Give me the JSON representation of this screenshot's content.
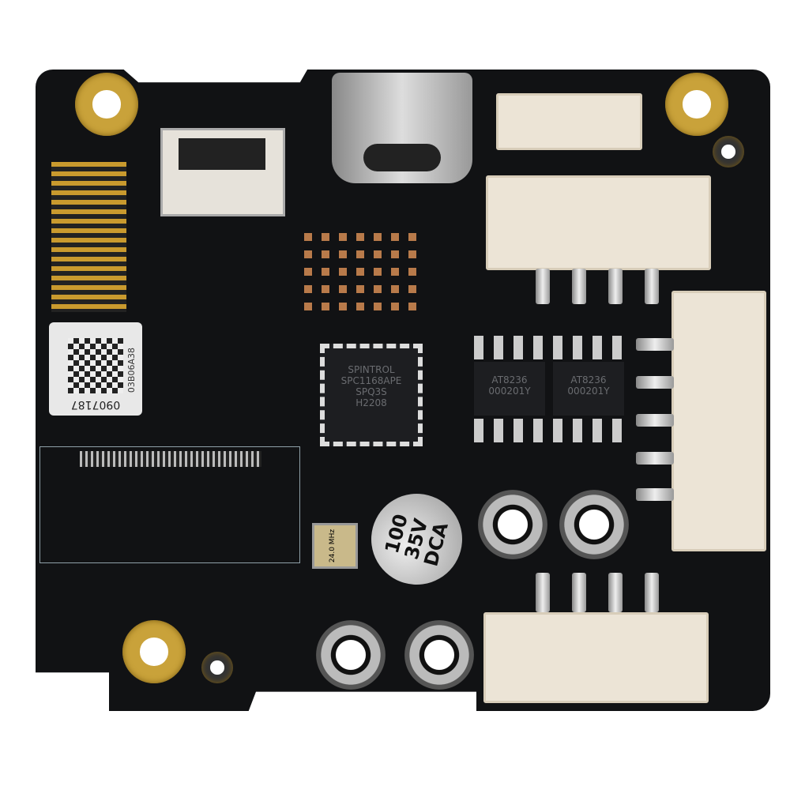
{
  "label": {
    "serial": "0907187",
    "code": "03B06A38"
  },
  "mcu": {
    "brand": "SPINTROL",
    "part": "SPC1168APE",
    "line2": "SPQ3S",
    "line3": "H2208"
  },
  "drivers": [
    {
      "part": "AT8236",
      "lot": "000201Y"
    },
    {
      "part": "AT8236",
      "lot": "000201Y"
    }
  ],
  "capacitor": {
    "value": "100",
    "voltage": "35V",
    "series": "DCA"
  },
  "crystal": {
    "text": "24.0 MHz"
  },
  "colors": {
    "pcb": "#111214",
    "gold": "#c9a23a",
    "connector": "#ece4d6"
  }
}
